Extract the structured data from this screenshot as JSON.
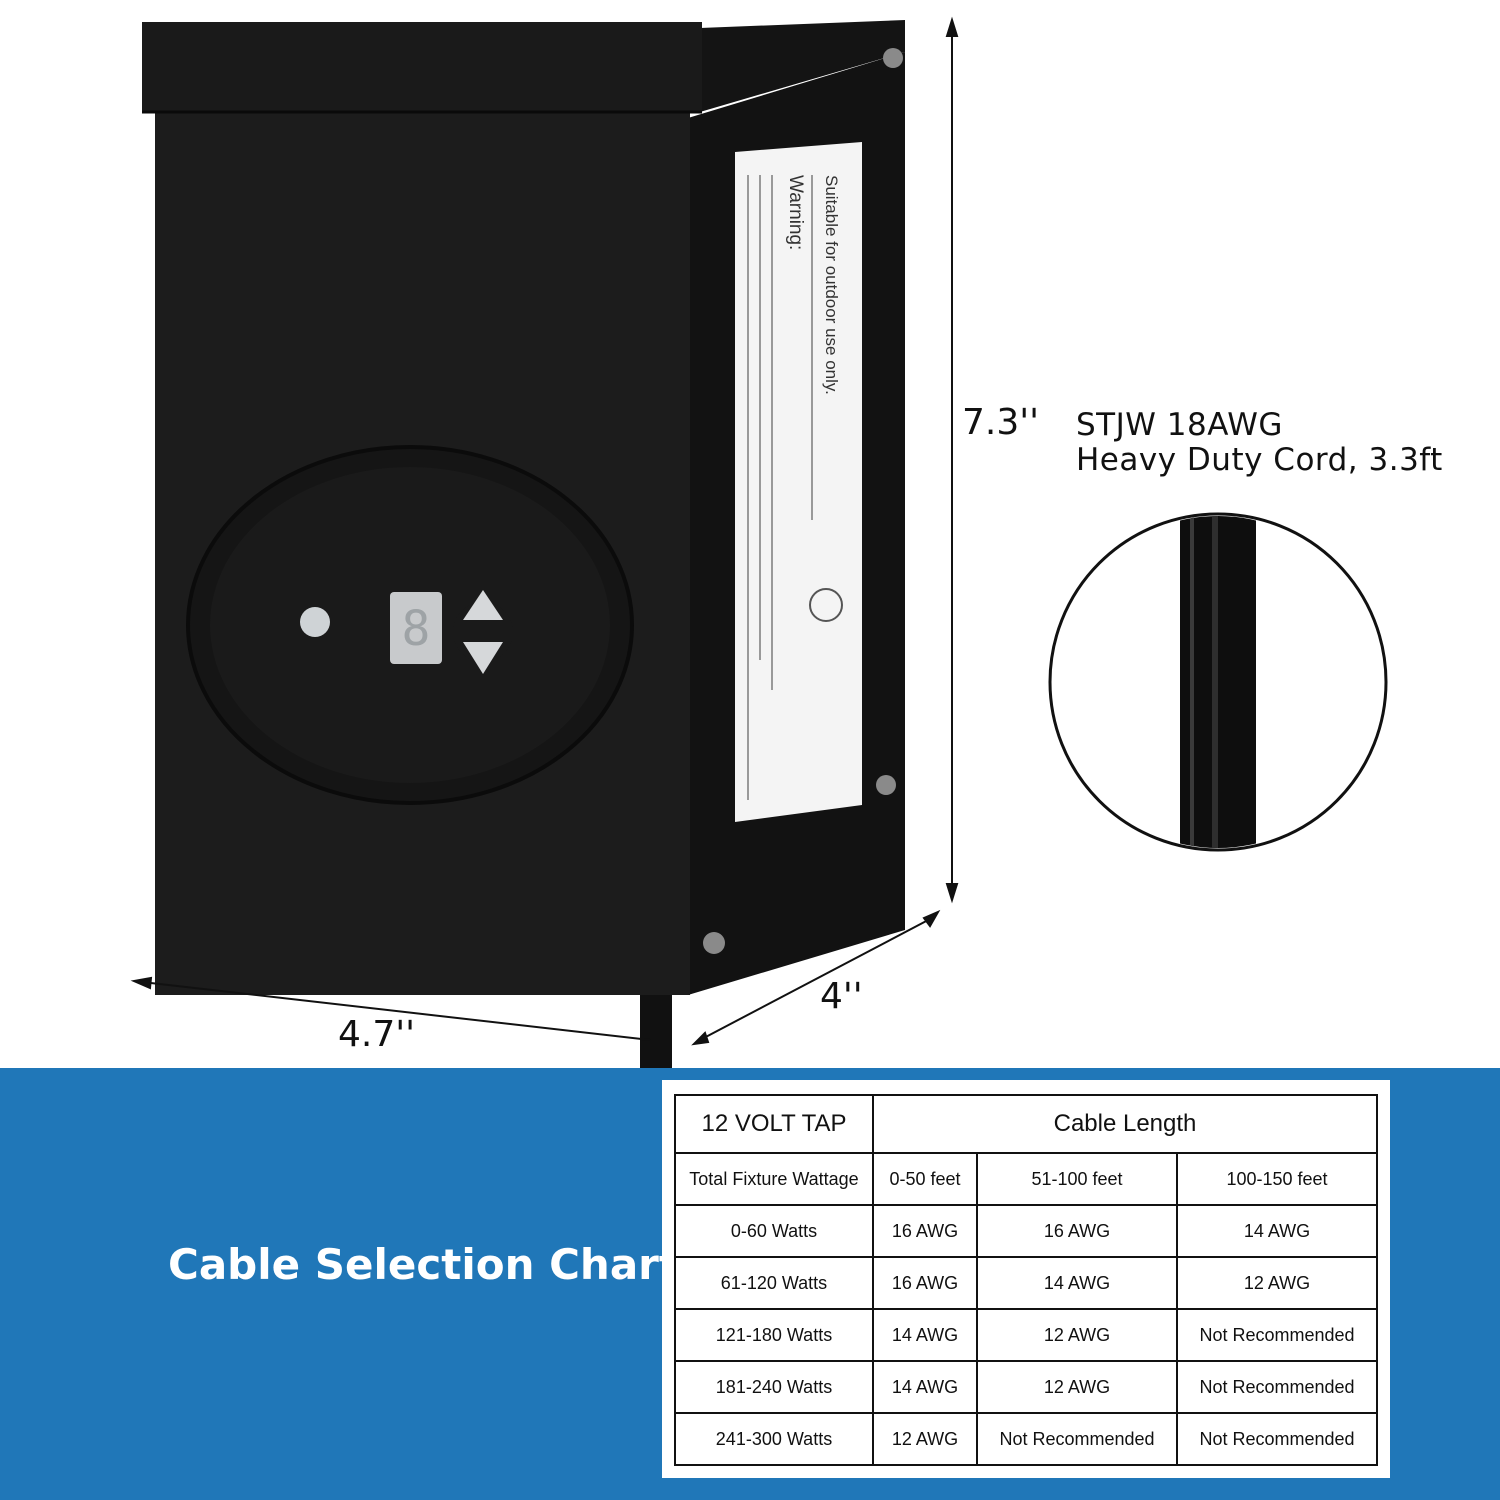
{
  "product": {
    "label_heading": "Suitable for outdoor use only.",
    "label_warning": "Warning:"
  },
  "dimensions": {
    "height": "7.3''",
    "width": "4.7''",
    "depth": "4''"
  },
  "cord": {
    "line1": "STJW 18AWG",
    "line2": "Heavy Duty Cord, 3.3ft"
  },
  "section_title": "Cable Selection Chart",
  "table": {
    "tap_header": "12 VOLT TAP",
    "group_header": "Cable Length",
    "columns": [
      "Total Fixture Wattage",
      "0-50 feet",
      "51-100 feet",
      "100-150 feet"
    ],
    "rows": [
      [
        "0-60 Watts",
        "16 AWG",
        "16 AWG",
        "14 AWG"
      ],
      [
        "61-120 Watts",
        "16 AWG",
        "14 AWG",
        "12 AWG"
      ],
      [
        "121-180 Watts",
        "14 AWG",
        "12 AWG",
        "Not Recommended"
      ],
      [
        "181-240 Watts",
        "14 AWG",
        "12 AWG",
        "Not Recommended"
      ],
      [
        "241-300 Watts",
        "12 AWG",
        "Not Recommended",
        "Not Recommended"
      ]
    ]
  },
  "colors": {
    "band": "#2077b8",
    "box": "#1c1c1c"
  }
}
